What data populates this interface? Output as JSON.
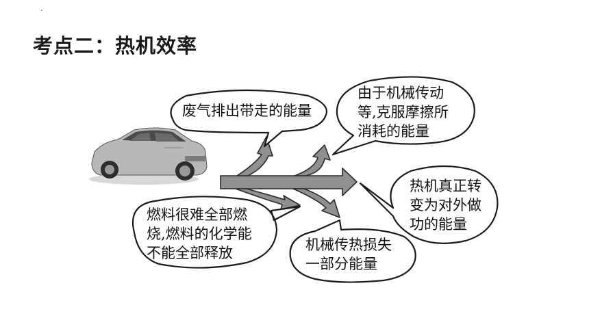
{
  "title": "考点二：热机效率",
  "labels": {
    "exhaust": "废气排出带走的能量",
    "friction": [
      "由于机械传动",
      "等,克服摩擦所",
      "消耗的能量"
    ],
    "useful": [
      "热机真正转",
      "变为对外做",
      "功的能量"
    ],
    "incomplete": [
      "燃料很难全部燃",
      "烧,燃料的化学能",
      "不能全部释放"
    ],
    "heat_loss": [
      "机械传热损失",
      "一部分能量"
    ]
  },
  "colors": {
    "arrow_fill": "#909090",
    "arrow_stroke": "#2b2b2b",
    "bubble_stroke": "#1a1a1a"
  }
}
